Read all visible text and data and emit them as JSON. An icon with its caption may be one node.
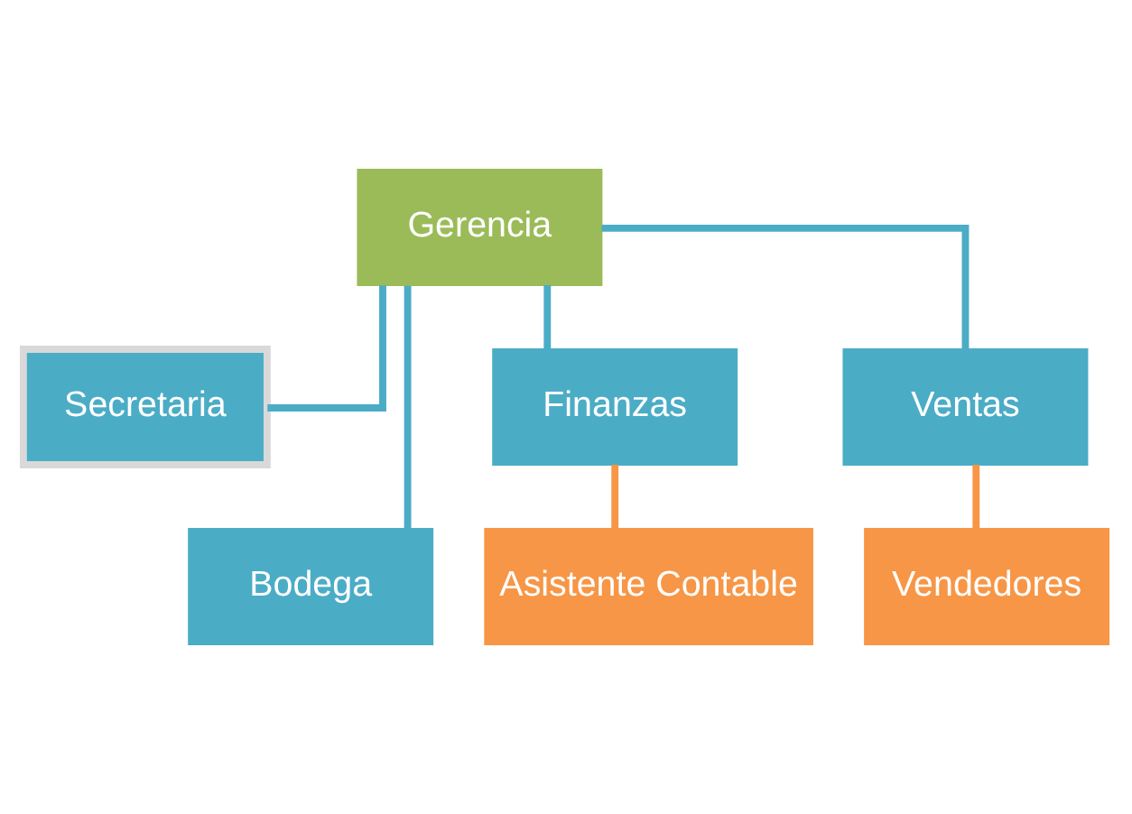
{
  "diagram": {
    "nodes": [
      {
        "text": [
          "Gerencia"
        ]
      },
      {
        "text": [
          "Secretaria"
        ]
      },
      {
        "text": [
          "Bodega"
        ]
      },
      {
        "text": [
          "Finanzas"
        ]
      },
      {
        "text": [
          "Ventas"
        ]
      },
      {
        "text": [
          "Asistente Contable"
        ]
      },
      {
        "text": [
          "Vendedores"
        ]
      }
    ],
    "edges": [
      {
        "from": 0,
        "to": 1,
        "arrow": "none"
      },
      {
        "from": 0,
        "to": 2,
        "arrow": "none"
      },
      {
        "from": 0,
        "to": 3,
        "arrow": "none"
      },
      {
        "from": 0,
        "to": 4,
        "arrow": "none"
      },
      {
        "from": 3,
        "to": 5,
        "arrow": "none",
        "color": "#f79646"
      },
      {
        "from": 4,
        "to": 6,
        "arrow": "none",
        "color": "#f79646"
      }
    ]
  }
}
